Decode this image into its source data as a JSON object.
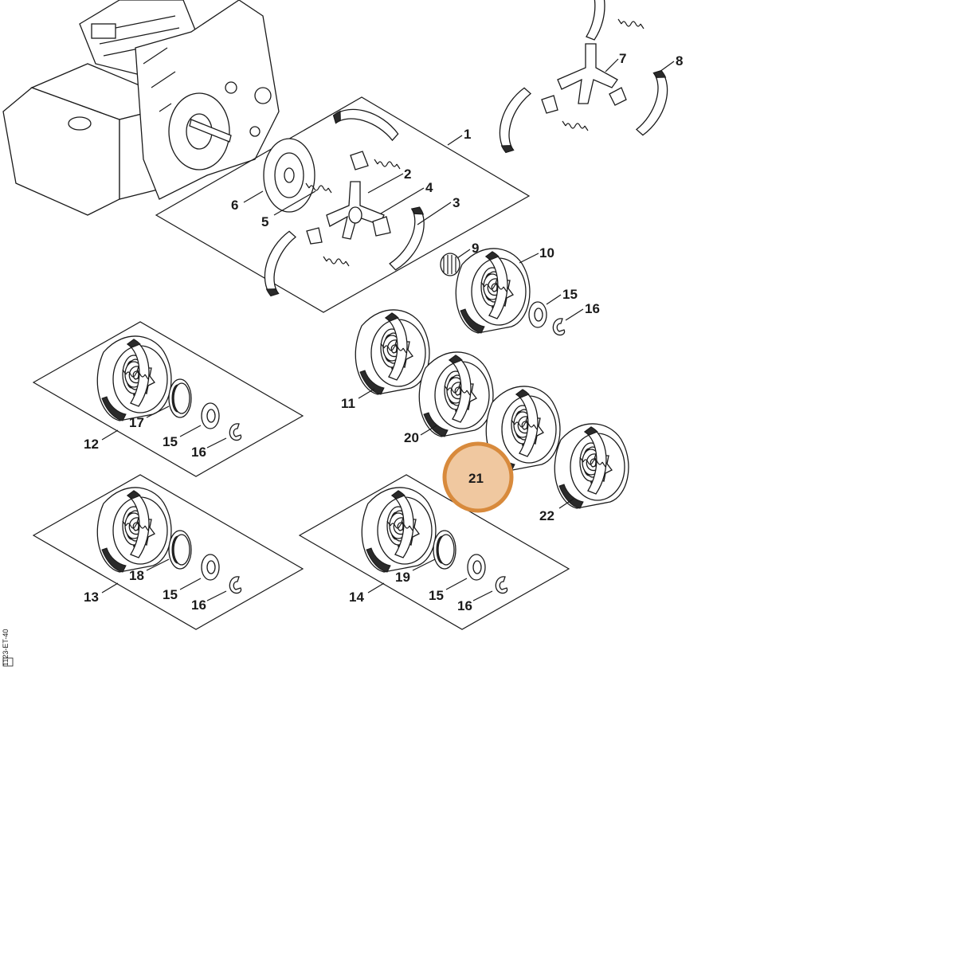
{
  "callouts": {
    "c1": "1",
    "c2": "2",
    "c3": "3",
    "c4": "4",
    "c5": "5",
    "c6": "6",
    "c7": "7",
    "c8": "8",
    "c9": "9",
    "c10": "10",
    "c11": "11",
    "c12": "12",
    "c13": "13",
    "c14": "14",
    "c15a": "15",
    "c15b": "15",
    "c15c": "15",
    "c15d": "15",
    "c16a": "16",
    "c16b": "16",
    "c16c": "16",
    "c16d": "16",
    "c17": "17",
    "c18": "18",
    "c19": "19",
    "c20": "20",
    "c21": "21",
    "c22": "22"
  },
  "side_code": "1123-ET-40",
  "highlight": {
    "label": "21",
    "color": "#d88a3c",
    "fill": "#f0c8a0"
  }
}
